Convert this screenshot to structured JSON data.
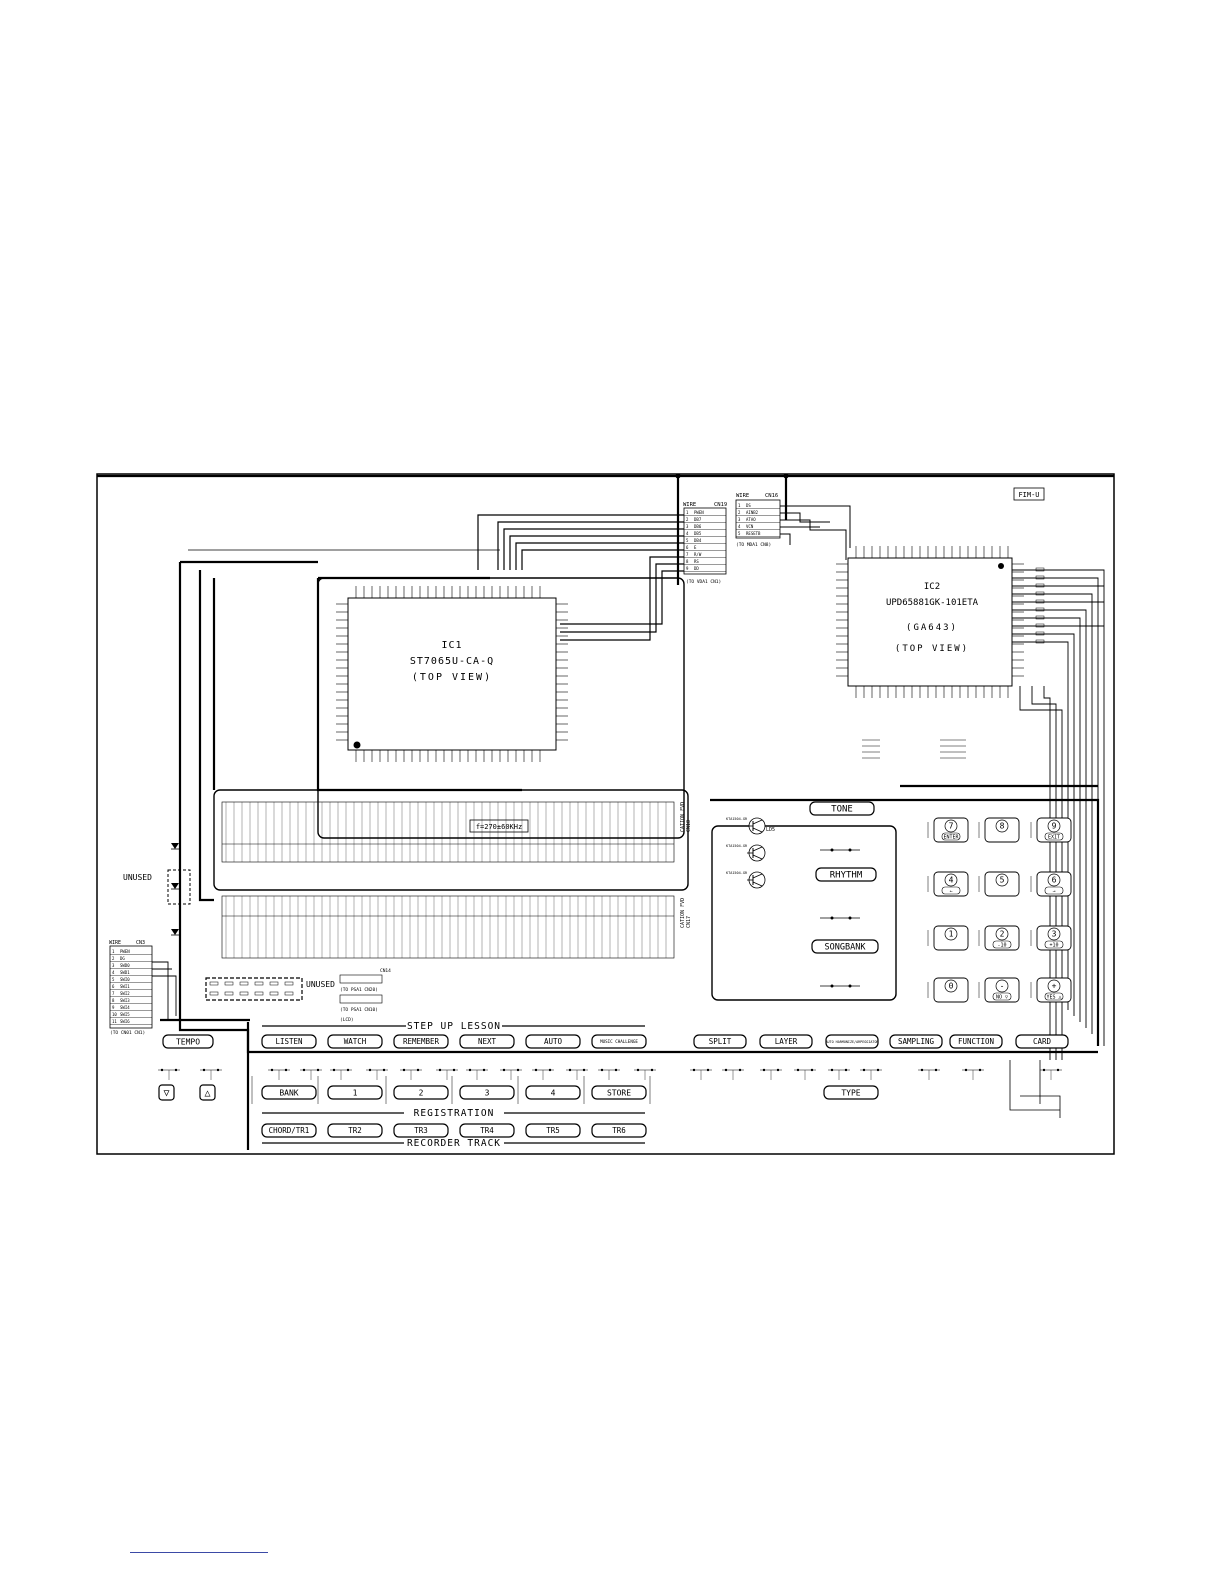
{
  "ic1": {
    "ref": "IC1",
    "part": "ST7065U-CA-Q",
    "view": "(TOP VIEW)"
  },
  "ic2": {
    "ref": "IC2",
    "part": "UPD65881GK-101ETA",
    "code": "(GA643)",
    "view": "(TOP VIEW)"
  },
  "freq_note": "f=270±60KHz",
  "fim_label": "FIM-U",
  "connectors": {
    "cn19": {
      "ref": "CN19",
      "header": "WIRE",
      "pins": [
        "PWEN",
        "DB7",
        "DB6",
        "DB5",
        "DB4",
        "E",
        "R/W",
        "RS",
        "DD"
      ],
      "to": "(TO VDA1 CN1)"
    },
    "cn16": {
      "ref": "CN16",
      "header": "WIRE",
      "pins": [
        "DS",
        "AINB2",
        "ATAO",
        "VCN",
        "RESETB"
      ],
      "to": "(TO MDA1 CN8)"
    },
    "cn3": {
      "ref": "CN3",
      "header": "WIRE",
      "pins": [
        "PWEN",
        "DG",
        "SWD0",
        "SWD1",
        "SWI0",
        "SWI1",
        "SWI2",
        "SWI3",
        "SWI4",
        "SWI5",
        "SWI6"
      ],
      "to": "(TO CN01 CN1)"
    },
    "cn14": {
      "ref": "CN14",
      "lines": [
        "(TO PSA1 CN20)",
        "(TO PSA1 CN10)",
        "(LCD)"
      ]
    },
    "cn18": {
      "ref": "CN18",
      "label": "CATION FVD"
    },
    "cn17": {
      "ref": "CN17",
      "label": "CATION FVD"
    }
  },
  "unused_labels": [
    "UNUSED",
    "UNUSED"
  ],
  "sections": {
    "step_up_lesson": "STEP UP LESSON",
    "registration": "REGISTRATION",
    "recorder_track": "RECORDER TRACK"
  },
  "buttons": {
    "tempo": "TEMPO",
    "lesson": [
      "LISTEN",
      "WATCH",
      "REMEMBER",
      "NEXT",
      "AUTO",
      "MUSIC CHALLENGE"
    ],
    "modes": [
      "SPLIT",
      "LAYER",
      "AUTO HARMONIZE/ARPEGGIATOR",
      "SAMPLING",
      "FUNCTION",
      "CARD"
    ],
    "registration": [
      "BANK",
      "1",
      "2",
      "3",
      "4",
      "STORE"
    ],
    "type": "TYPE",
    "tracks": [
      "CHORD/TR1",
      "TR2",
      "TR3",
      "TR4",
      "TR5",
      "TR6"
    ],
    "tone": "TONE",
    "rhythm": "RHYTHM",
    "songbank": "SONGBANK"
  },
  "keypad": [
    [
      "7",
      "8",
      "9"
    ],
    [
      "4",
      "5",
      "6"
    ],
    [
      "1",
      "2",
      "3"
    ],
    [
      "0",
      "-",
      "+"
    ]
  ],
  "keypad_sub": {
    "7": "ENTER",
    "9": "EXIT",
    "4": "←",
    "6": "→",
    "2": "-10",
    "3": "+10",
    "-": "NO ▽",
    "+": "YES △"
  },
  "arrows": {
    "down": "▽",
    "up": "△"
  },
  "transistors": [
    "KTA1504-GR",
    "KTA1504-GR",
    "KTA1504-GR"
  ],
  "led_ref": "LD5"
}
